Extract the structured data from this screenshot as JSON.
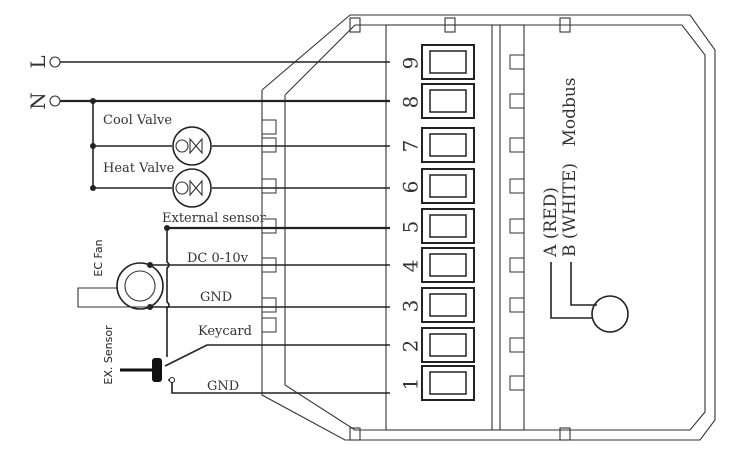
{
  "mains": {
    "L": "L",
    "N": "N"
  },
  "labels": {
    "cool_valve": "Cool Valve",
    "heat_valve": "Heat Valve",
    "external_sensor": "External sensor",
    "dc": "DC 0-10v",
    "gnd1": "GND",
    "keycard": "Keycard",
    "gnd2": "GND",
    "ec_fan": "EC Fan",
    "ex_sensor": "EX. Sensor",
    "modbus": "Modbus",
    "a_red": "A (RED)",
    "b_white": "B (WHITE)"
  },
  "terminals": [
    "1",
    "2",
    "3",
    "4",
    "5",
    "6",
    "7",
    "8",
    "9"
  ],
  "colors": {
    "line": "#222222",
    "background": "#ffffff"
  }
}
